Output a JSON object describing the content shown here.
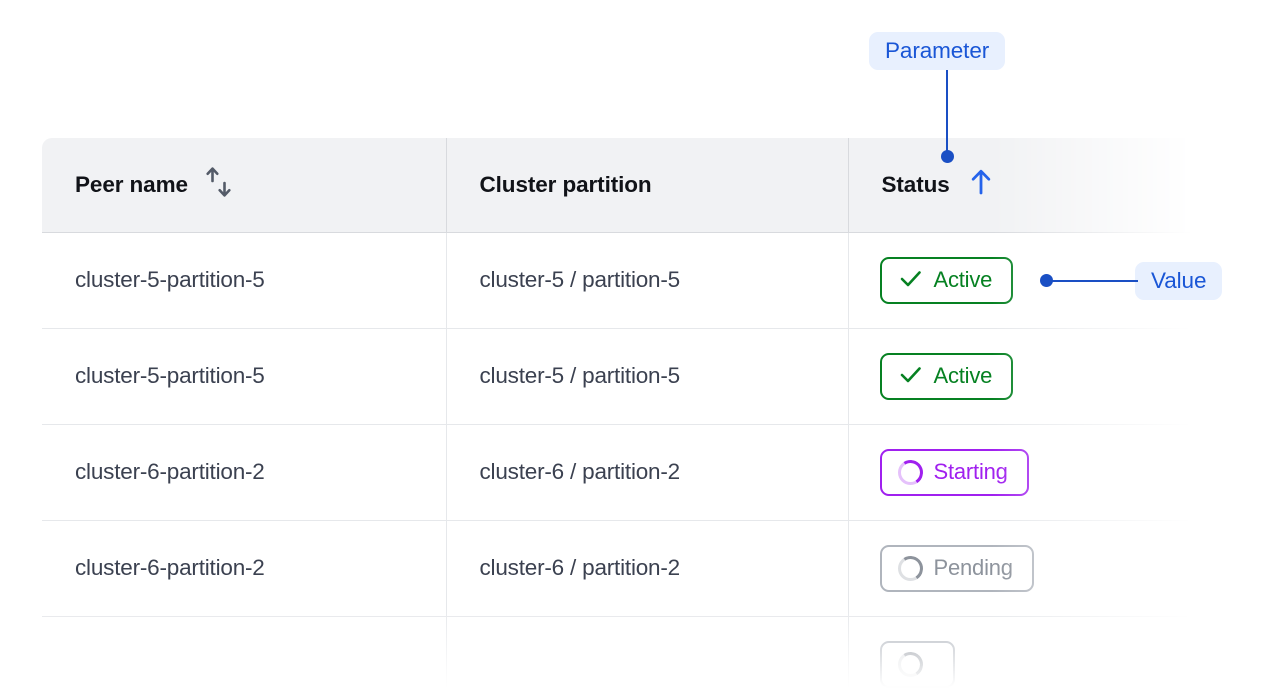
{
  "table": {
    "columns": [
      {
        "label": "Peer name",
        "sort_icon": "sort-updown-icon",
        "sort_state": "unsorted"
      },
      {
        "label": "Cluster partition",
        "sort_icon": "",
        "sort_state": "none"
      },
      {
        "label": "Status",
        "sort_icon": "arrow-up-icon",
        "sort_state": "ascending"
      }
    ],
    "rows": [
      {
        "peer_name": "cluster-5-partition-5",
        "cluster_partition": "cluster-5 / partition-5",
        "status": "Active",
        "status_kind": "active",
        "status_icon": "check-icon",
        "muted": false
      },
      {
        "peer_name": "cluster-5-partition-5",
        "cluster_partition": "cluster-5 / partition-5",
        "status": "Active",
        "status_kind": "active",
        "status_icon": "check-icon",
        "muted": false
      },
      {
        "peer_name": "cluster-6-partition-2",
        "cluster_partition": "cluster-6 / partition-2",
        "status": "Starting",
        "status_kind": "starting",
        "status_icon": "spinner-icon",
        "muted": false
      },
      {
        "peer_name": "cluster-6-partition-2",
        "cluster_partition": "cluster-6 / partition-2",
        "status": "Pending",
        "status_kind": "pending",
        "status_icon": "spinner-icon",
        "muted": true
      },
      {
        "peer_name": "",
        "cluster_partition": "",
        "status": "",
        "status_kind": "pending",
        "status_icon": "spinner-icon",
        "muted": true
      }
    ]
  },
  "annotations": {
    "parameter": {
      "label": "Parameter"
    },
    "value": {
      "label": "Value"
    }
  },
  "colors": {
    "annotation_blue": "#1a4fc4",
    "annotation_badge_bg": "#e8f0fe",
    "annotation_text": "#1a56d6",
    "status_active": "#068122",
    "status_starting": "#a020ef",
    "status_pending": "#8d939c",
    "header_bg": "#f1f2f4",
    "sort_active": "#2563eb"
  }
}
